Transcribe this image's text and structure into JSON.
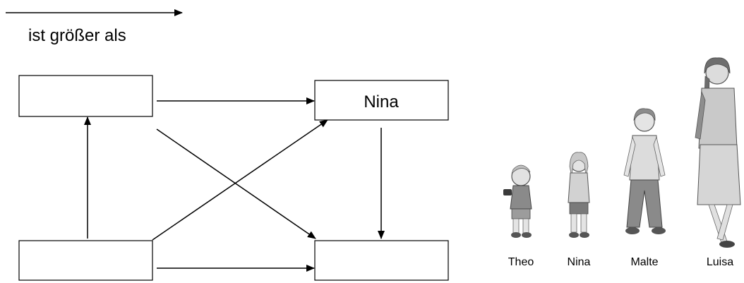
{
  "legend": {
    "label": "ist größer als",
    "arrow_icon": "arrow-right-icon"
  },
  "diagram": {
    "boxes": [
      {
        "id": "top-left",
        "label": ""
      },
      {
        "id": "top-right",
        "label": "Nina"
      },
      {
        "id": "bottom-left",
        "label": ""
      },
      {
        "id": "bottom-right",
        "label": ""
      }
    ],
    "arrows": [
      {
        "from": "top-left",
        "to": "top-right"
      },
      {
        "from": "top-left",
        "to": "bottom-right"
      },
      {
        "from": "top-right",
        "to": "bottom-right"
      },
      {
        "from": "bottom-left",
        "to": "top-left"
      },
      {
        "from": "bottom-left",
        "to": "top-right"
      },
      {
        "from": "bottom-left",
        "to": "bottom-right"
      }
    ]
  },
  "children": [
    {
      "name": "Theo"
    },
    {
      "name": "Nina"
    },
    {
      "name": "Malte"
    },
    {
      "name": "Luisa"
    }
  ]
}
